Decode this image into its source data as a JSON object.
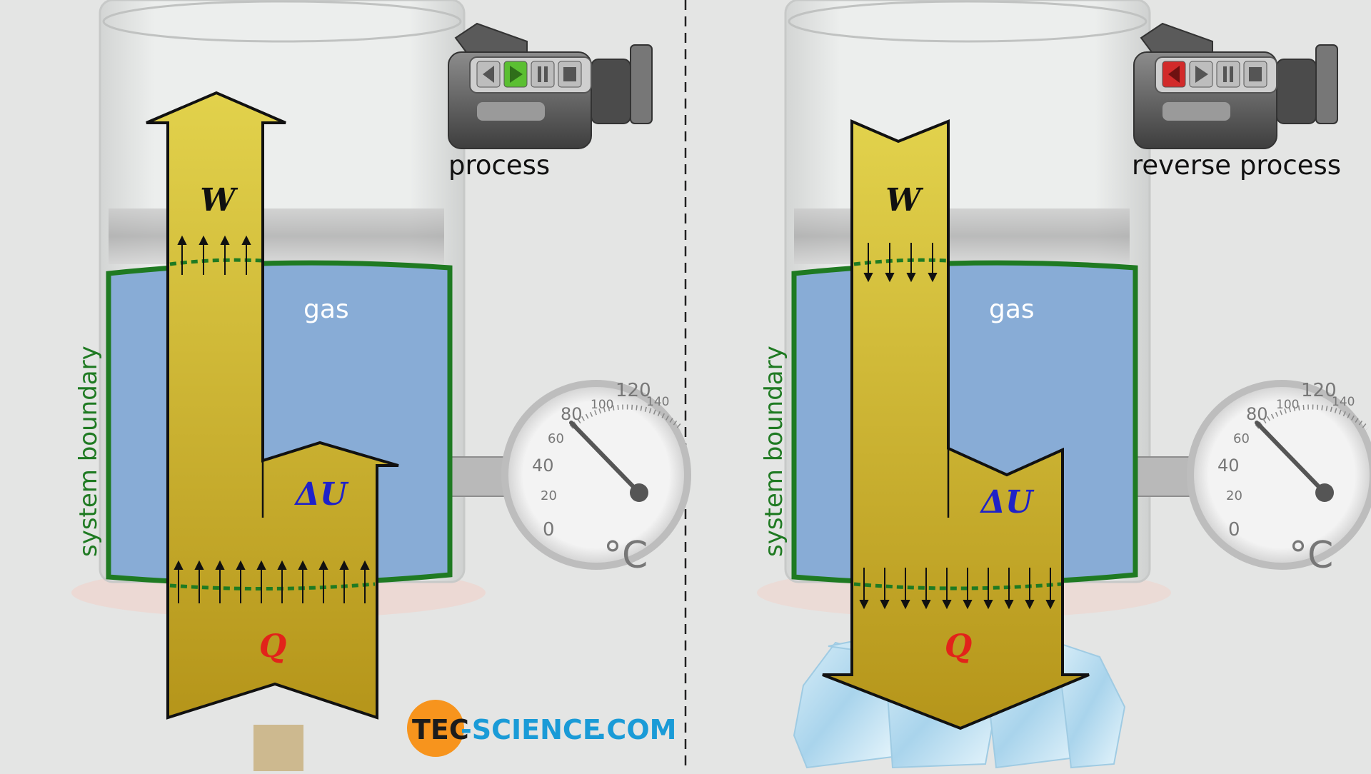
{
  "left_panel": {
    "caption": "process",
    "gas_label": "gas",
    "boundary_label": "system boundary",
    "work_symbol": "W",
    "internal_energy_symbol": "ΔU",
    "heat_symbol": "Q",
    "camera_state": "play"
  },
  "right_panel": {
    "caption": "reverse process",
    "gas_label": "gas",
    "boundary_label": "system boundary",
    "work_symbol": "W",
    "internal_energy_symbol": "ΔU",
    "heat_symbol": "Q",
    "camera_state": "rewind"
  },
  "gauge": {
    "scale_labels": [
      "0",
      "20",
      "40",
      "60",
      "80",
      "100",
      "120",
      "140"
    ],
    "unit": "°C"
  },
  "logo": {
    "text_a": "TEC",
    "text_b": "-SCIENCE",
    "text_c": ".COM"
  },
  "colors": {
    "gas": "#88acd6",
    "boundary": "#1f7a22",
    "arrow": "#c9ab2a",
    "symbol_w": "#111111",
    "symbol_du": "#1f22c8",
    "symbol_q": "#e2231a",
    "logo_orange": "#f7941d",
    "logo_blue": "#1a9bd7",
    "play_green": "#5bbf32",
    "rewind_red": "#d22a2a"
  }
}
